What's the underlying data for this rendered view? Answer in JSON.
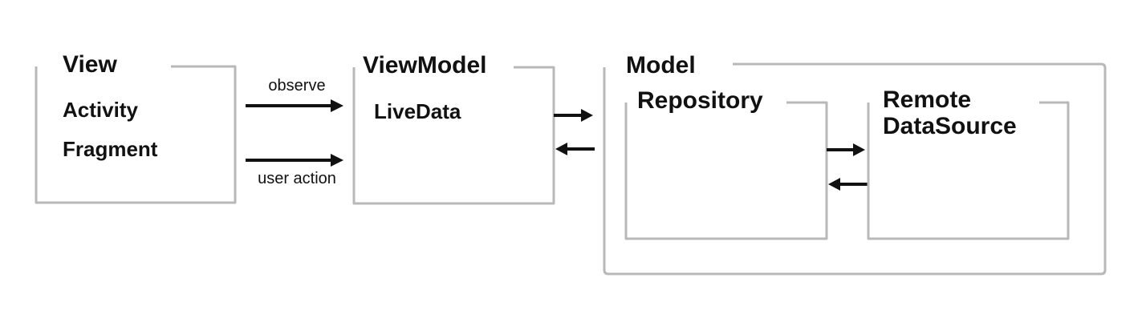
{
  "view": {
    "title": "View",
    "items": [
      "Activity",
      "Fragment"
    ]
  },
  "connector_view_vm": {
    "top_label": "observe",
    "bottom_label": "user action"
  },
  "viewmodel": {
    "title": "ViewModel",
    "items": [
      "LiveData"
    ]
  },
  "model": {
    "title": "Model",
    "repository": {
      "title": "Repository"
    },
    "remote": {
      "title_lines": [
        "Remote",
        "DataSource"
      ]
    }
  },
  "colors": {
    "frame": "#b8b8b8",
    "arrow": "#111111",
    "text": "#111111"
  }
}
